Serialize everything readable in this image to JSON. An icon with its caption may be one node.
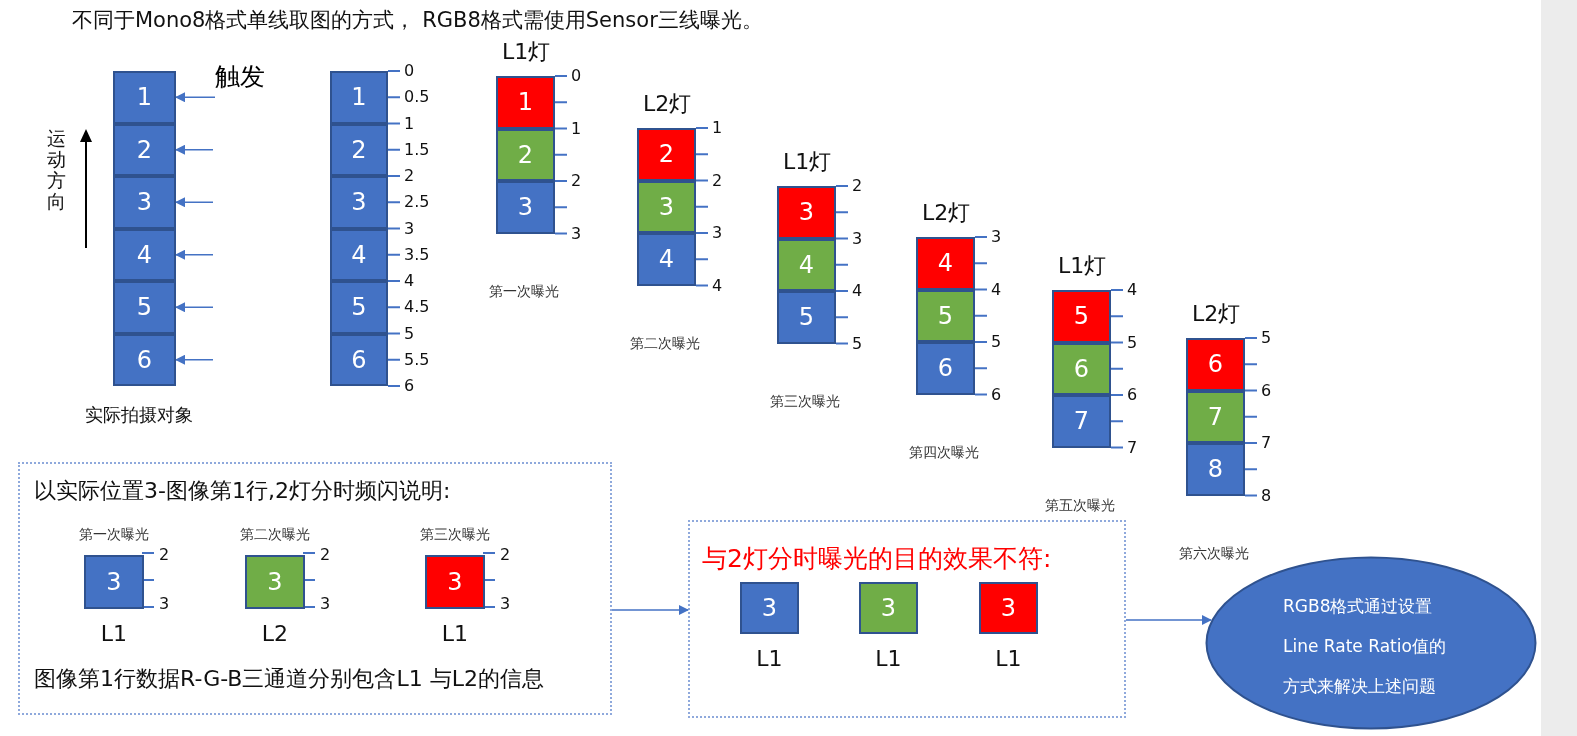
{
  "diagram": {
    "title": "不同于Mono8格式单线取图的方式， RGB8格式需使用Sensor三线曝光。",
    "nodes": [
      {
        "text": [
          "1"
        ]
      },
      {
        "text": [
          "2"
        ]
      },
      {
        "text": [
          "3"
        ]
      },
      {
        "text": [
          "4"
        ]
      },
      {
        "text": [
          "5"
        ]
      },
      {
        "text": [
          "6"
        ]
      },
      {
        "text": [
          "1"
        ]
      },
      {
        "text": [
          "2"
        ]
      },
      {
        "text": [
          "3"
        ]
      },
      {
        "text": [
          "4"
        ]
      },
      {
        "text": [
          "5"
        ]
      },
      {
        "text": [
          "6"
        ]
      },
      {
        "text": [
          "1"
        ]
      },
      {
        "text": [
          "2"
        ]
      },
      {
        "text": [
          "3"
        ]
      },
      {
        "text": [
          "2"
        ]
      },
      {
        "text": [
          "3"
        ]
      },
      {
        "text": [
          "4"
        ]
      },
      {
        "text": [
          "3"
        ]
      },
      {
        "text": [
          "4"
        ]
      },
      {
        "text": [
          "5"
        ]
      },
      {
        "text": [
          "4"
        ]
      },
      {
        "text": [
          "5"
        ]
      },
      {
        "text": [
          "6"
        ]
      },
      {
        "text": [
          "5"
        ]
      },
      {
        "text": [
          "6"
        ]
      },
      {
        "text": [
          "7"
        ]
      },
      {
        "text": [
          "6"
        ]
      },
      {
        "text": [
          "7"
        ]
      },
      {
        "text": [
          "8"
        ]
      },
      {
        "text": [
          "以实际位置3-图像第1行,2灯分时频闪说明:",
          "图像第1行数据R-G-B三通道分别包含L1 与L2的信息"
        ]
      },
      {
        "text": [
          "3"
        ],
        "in": 30,
        "beside": [
          "第一次曝光",
          "L1"
        ]
      },
      {
        "text": [
          "3"
        ],
        "in": 30,
        "beside": [
          "第二次曝光",
          "L2"
        ]
      },
      {
        "text": [
          "3"
        ],
        "in": 30,
        "beside": [
          "第三次曝光",
          "L1"
        ]
      },
      {
        "text": [
          "与2灯分时曝光的目的效果不符:"
        ]
      },
      {
        "text": [
          "3"
        ],
        "in": 34,
        "beside": [
          "L1"
        ]
      },
      {
        "text": [
          "3"
        ],
        "in": 34,
        "beside": [
          "L1"
        ]
      },
      {
        "text": [
          "3"
        ],
        "in": 34,
        "beside": [
          "L1"
        ]
      },
      {
        "text": [
          "RGB8格式通过设置Line Rate Ratio值的方式来解决上述问题"
        ]
      },
      {
        "text": [
          "触发"
        ]
      }
    ],
    "edges": [
      {
        "from": 39,
        "to": 0,
        "arrow": "to"
      },
      {
        "from": null,
        "to": 1,
        "arrow": "to"
      },
      {
        "from": null,
        "to": 2,
        "arrow": "to"
      },
      {
        "from": null,
        "to": 3,
        "arrow": "to"
      },
      {
        "from": null,
        "to": 4,
        "arrow": "to"
      },
      {
        "from": null,
        "to": 5,
        "arrow": "to"
      },
      {
        "from": 30,
        "to": 34,
        "arrow": "to"
      },
      {
        "from": 34,
        "to": 38,
        "arrow": "to"
      }
    ],
    "labels": [
      "运动方向",
      "实际拍摄对象",
      "0",
      "0.5",
      "1",
      "1.5",
      "2",
      "2.5",
      "3",
      "3.5",
      "4",
      "4.5",
      "5",
      "5.5",
      "6",
      "L1灯",
      "0",
      "1",
      "2",
      "3",
      "第一次曝光",
      "L2灯",
      "1",
      "2",
      "3",
      "4",
      "第二次曝光",
      "L1灯",
      "2",
      "3",
      "4",
      "5",
      "第三次曝光",
      "L2灯",
      "3",
      "4",
      "5",
      "6",
      "第四次曝光",
      "L1灯",
      "4",
      "5",
      "6",
      "7",
      "第五次曝光",
      "L2灯",
      "5",
      "6",
      "7",
      "8",
      "第六次曝光",
      "2",
      "3",
      "2",
      "3",
      "2",
      "3"
    ]
  }
}
